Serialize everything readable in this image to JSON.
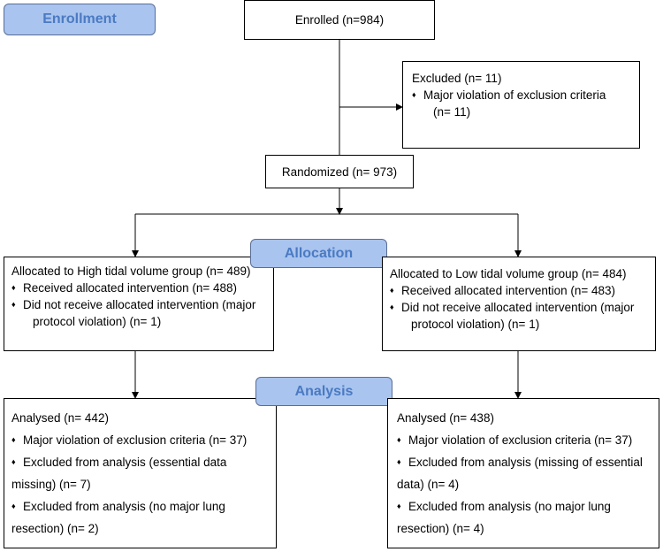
{
  "stages": {
    "enrollment": "Enrollment",
    "allocation": "Allocation",
    "analysis": "Analysis"
  },
  "enrolled": "Enrolled (n=984)",
  "excluded": {
    "title": "Excluded (n= 11)",
    "item_1": "Major violation of exclusion criteria",
    "item_1_cont": "(n= 11)"
  },
  "randomized": "Randomized (n= 973)",
  "allocation": {
    "left": {
      "title": "Allocated to High tidal volume group (n= 489)",
      "item_1": "Received allocated intervention (n= 488)",
      "item_2": "Did not receive allocated intervention (major",
      "item_2_cont": "protocol violation) (n= 1)"
    },
    "right": {
      "title": "Allocated to Low tidal volume group (n= 484)",
      "item_1": "Received allocated intervention (n= 483)",
      "item_2": "Did not receive allocated intervention (major",
      "item_2_cont": "protocol violation) (n= 1)"
    }
  },
  "analysis": {
    "left": {
      "title": "Analysed (n= 442)",
      "item_1": "Major violation of exclusion criteria (n= 37)",
      "item_2": "Excluded from analysis (essential data",
      "item_2_cont": "missing) (n= 7)",
      "item_3": "Excluded from analysis (no major lung",
      "item_3_cont": "resection) (n= 2)"
    },
    "right": {
      "title": "Analysed (n= 438)",
      "item_1": "Major violation of exclusion criteria (n= 37)",
      "item_2": "Excluded from analysis (missing of essential",
      "item_2_cont": "data) (n= 4)",
      "item_3": "Excluded from analysis (no major lung",
      "item_3_cont": "resection) (n= 4)"
    }
  },
  "bullet_glyph": "♦"
}
